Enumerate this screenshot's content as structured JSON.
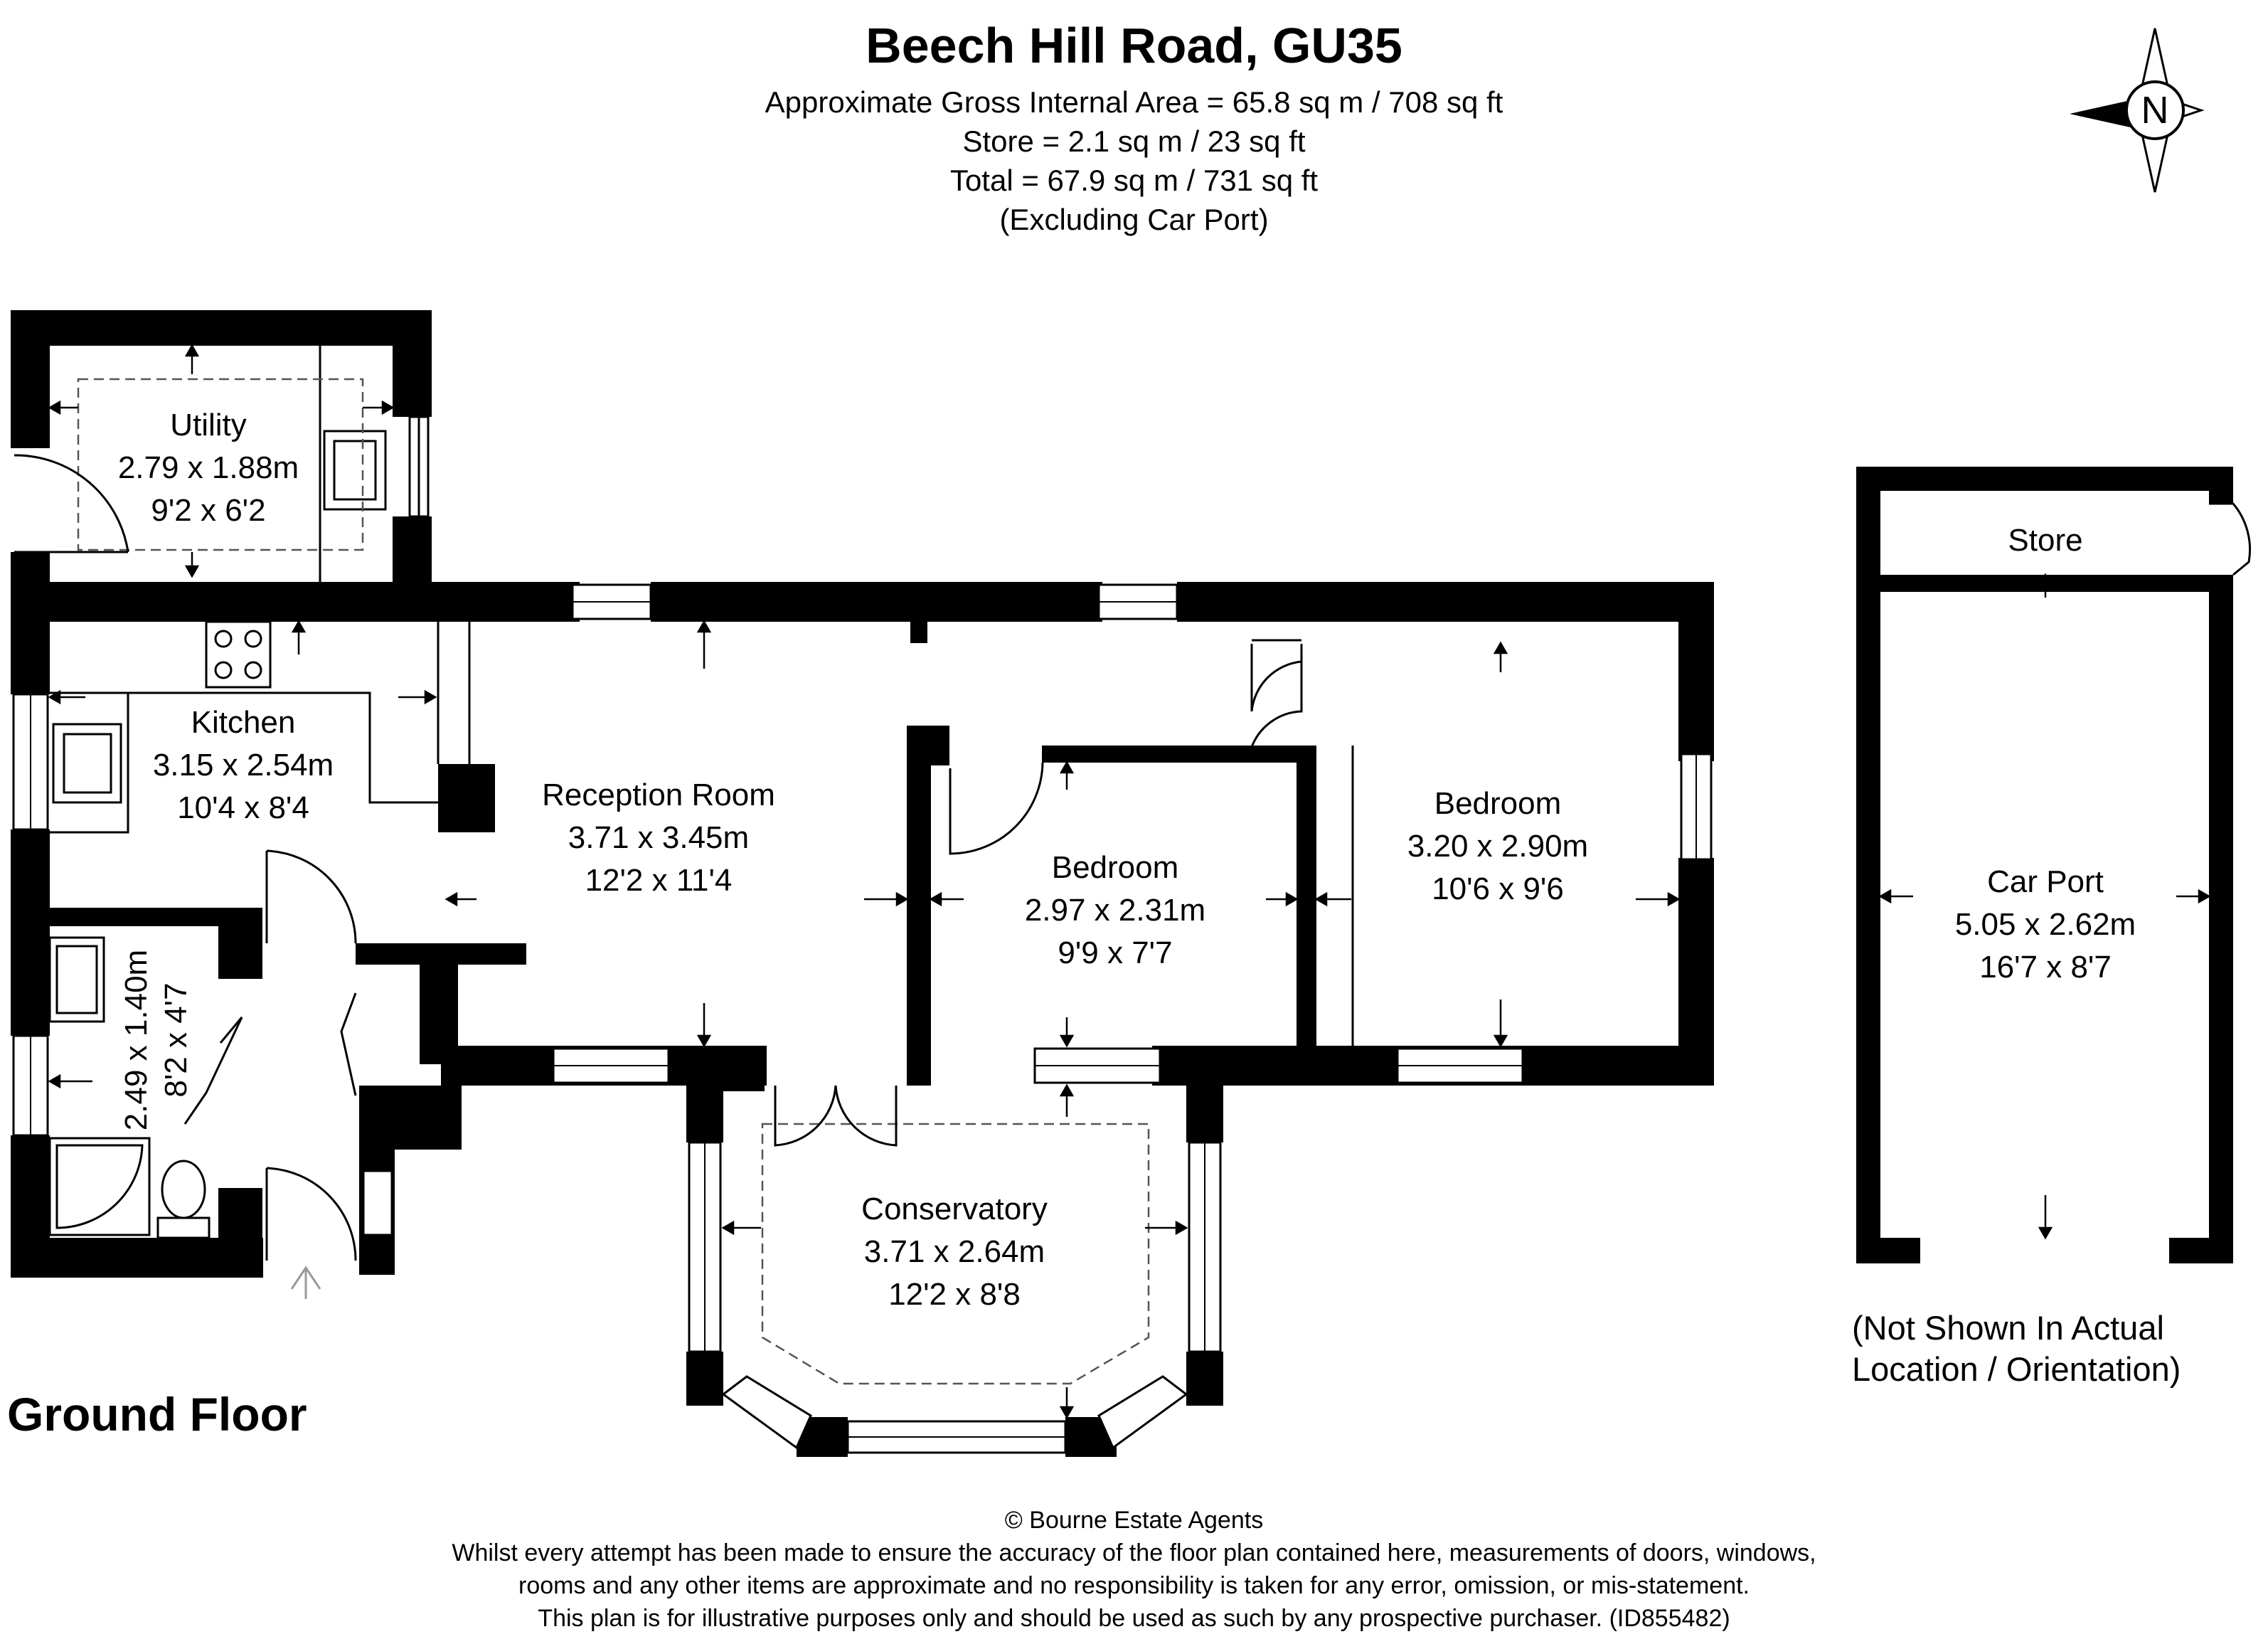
{
  "header": {
    "title": "Beech Hill Road, GU35",
    "area_lines": [
      "Approximate Gross Internal Area = 65.8 sq m / 708 sq ft",
      "Store = 2.1 sq m / 23 sq ft",
      "Total = 67.9 sq m / 731 sq ft",
      "(Excluding Car Port)"
    ]
  },
  "compass": {
    "label": "N",
    "icon": "north-compass-icon"
  },
  "floor_label": "Ground Floor",
  "rooms": {
    "utility": {
      "name": "Utility",
      "metric": "2.79 x 1.88m",
      "imperial": "9'2 x 6'2"
    },
    "kitchen": {
      "name": "Kitchen",
      "metric": "3.15 x 2.54m",
      "imperial": "10'4 x 8'4"
    },
    "reception": {
      "name": "Reception Room",
      "metric": "3.71 x 3.45m",
      "imperial": "12'2 x 11'4"
    },
    "bedroom_small": {
      "name": "Bedroom",
      "metric": "2.97 x 2.31m",
      "imperial": "9'9 x 7'7"
    },
    "bedroom_large": {
      "name": "Bedroom",
      "metric": "3.20 x 2.90m",
      "imperial": "10'6 x 9'6"
    },
    "conservatory": {
      "name": "Conservatory",
      "metric": "3.71 x 2.64m",
      "imperial": "12'2 x 8'8"
    },
    "wc": {
      "metric": "2.49 x 1.40m",
      "imperial": "8'2 x 4'7"
    },
    "store": {
      "name": "Store"
    },
    "car_port": {
      "name": "Car Port",
      "metric": "5.05 x 2.62m",
      "imperial": "16'7 x 8'7"
    }
  },
  "not_shown_note": [
    "(Not Shown In Actual",
    "Location / Orientation)"
  ],
  "footer": {
    "copyright": "© Bourne Estate Agents",
    "disclaimer": [
      "Whilst every attempt has been made to ensure the accuracy of the floor plan contained here, measurements of doors, windows,",
      "rooms and any other items are approximate and no responsibility is taken for any error, omission, or mis-statement.",
      "This plan is for illustrative purposes only and should be used as such by any prospective purchaser. (ID855482)"
    ]
  }
}
